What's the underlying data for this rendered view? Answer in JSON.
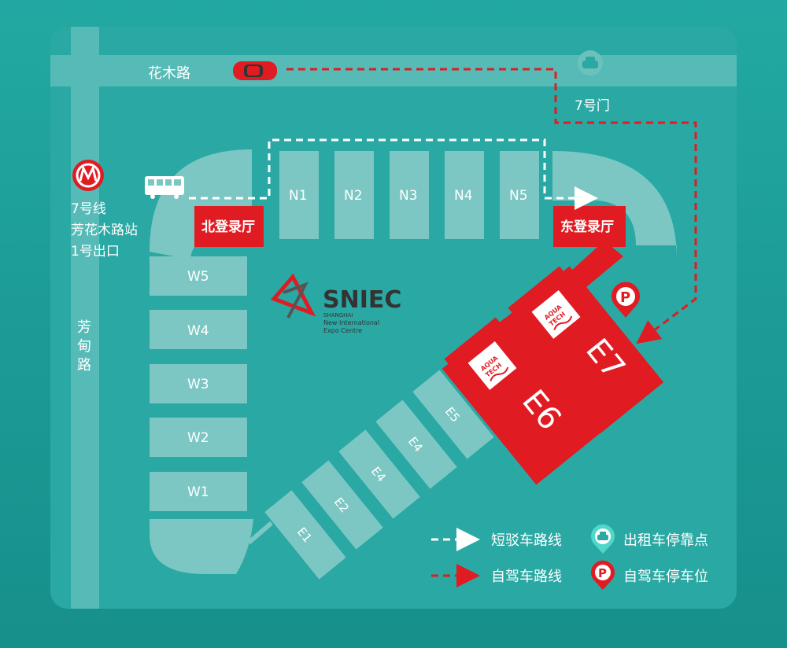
{
  "roads": {
    "huamu": "花木路",
    "fangdian_1": "芳",
    "fangdian_2": "甸",
    "fangdian_3": "路"
  },
  "metro": {
    "line": "7号线",
    "station": "芳花木路站",
    "exit": "1号出口"
  },
  "gate": "7号门",
  "registration": {
    "north": "北登录厅",
    "east": "东登录厅"
  },
  "halls": {
    "north": [
      "N1",
      "N2",
      "N3",
      "N4",
      "N5"
    ],
    "west": [
      "W5",
      "W4",
      "W3",
      "W2",
      "W1"
    ],
    "east_small": [
      "E1",
      "E2",
      "E4",
      "E4",
      "E5"
    ],
    "e6": "E6",
    "e7": "E7"
  },
  "logo": {
    "name": "SNIEC",
    "sub1": "SHANGHAI",
    "sub2": "New International",
    "sub3": "Expo Centre"
  },
  "hall_logo": {
    "line1": "AQUA",
    "line2": "TECH"
  },
  "legend": {
    "shuttle": "短驳车路线",
    "driving": "自驾车路线",
    "taxi": "出租车停靠点",
    "parking": "自驾车停车位"
  },
  "icons": {
    "parking_glyph": "P"
  },
  "colors": {
    "panel": "#2aa9a4",
    "hall": "#7cc7c4",
    "highlight": "#e11b22",
    "route_driving": "#e11b22",
    "route_shuttle": "#ffffff"
  }
}
